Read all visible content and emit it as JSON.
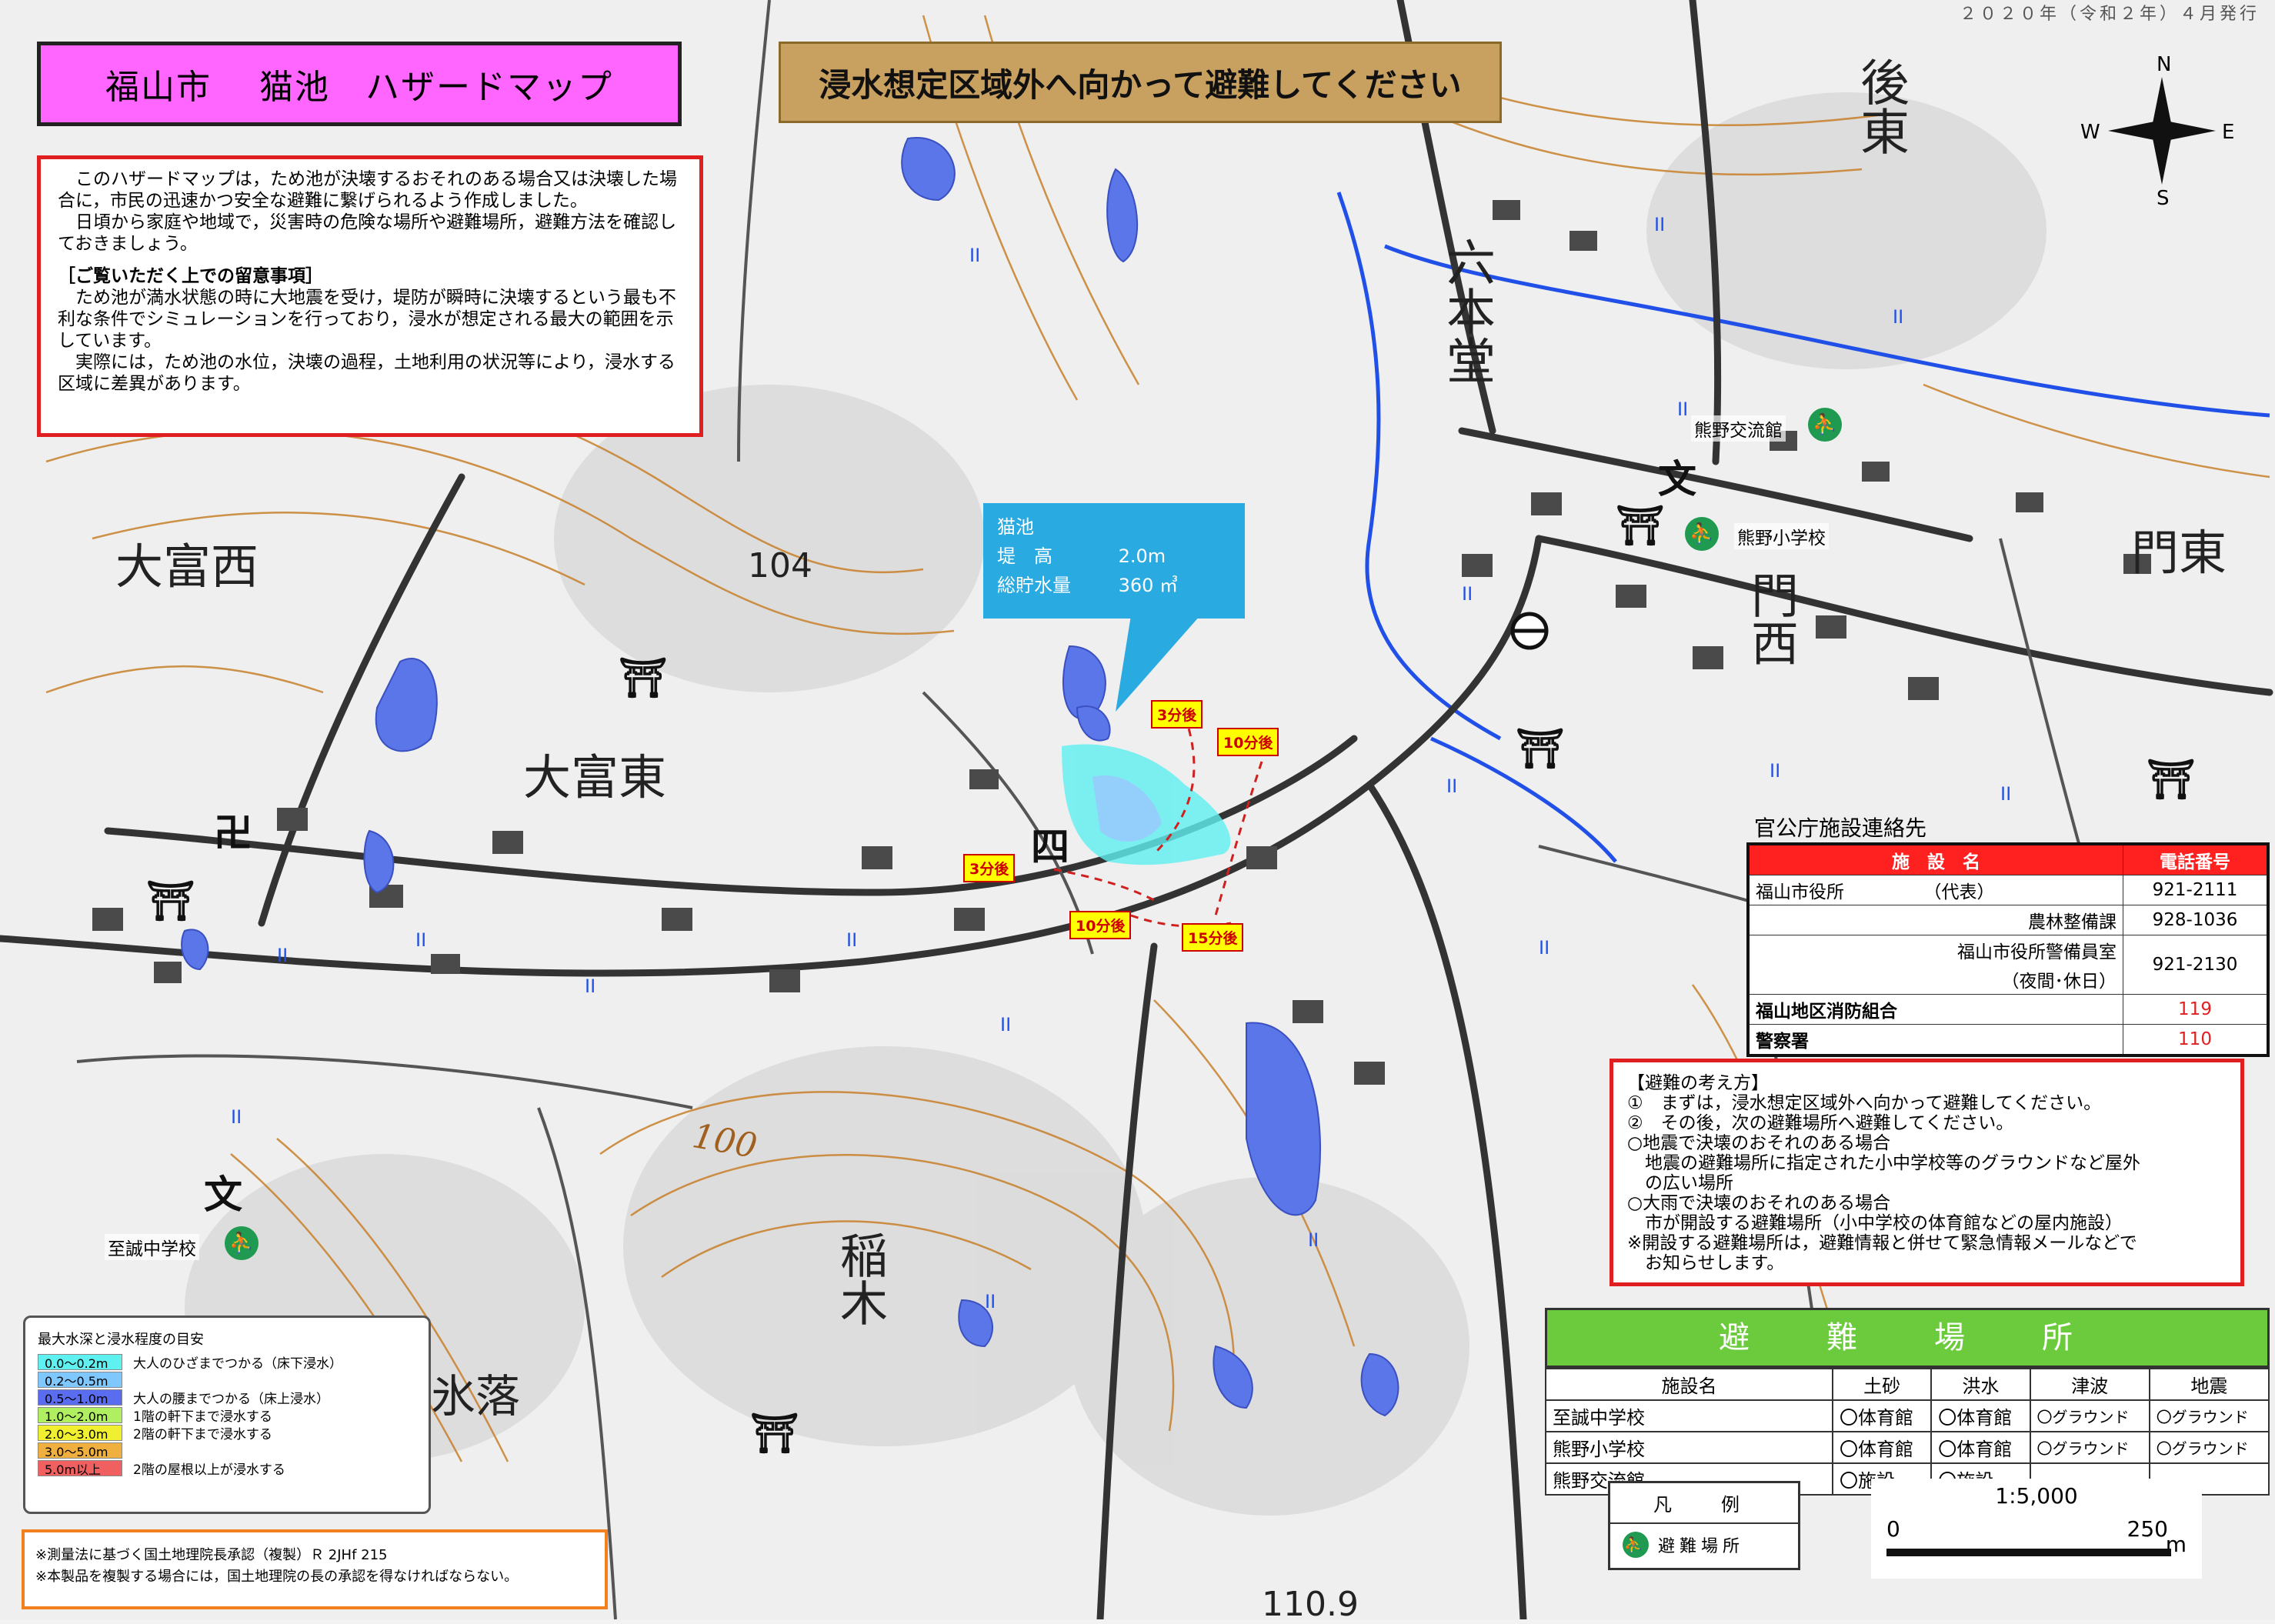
{
  "header": {
    "title": "福山市　 猫池　ハザードマップ",
    "banner": "浸水想定区域外へ向かって避難してください",
    "date_text": "２０２０年（令和２年）４月発行"
  },
  "compass": {
    "n": "N",
    "e": "E",
    "s": "S",
    "w": "W"
  },
  "intro": {
    "paragraph1": "このハザードマップは，ため池が決壊するおそれのある場合又は決壊した場合に，市民の迅速かつ安全な避難に繋げられるよう作成しました。",
    "paragraph2": "日頃から家庭や地域で，災害時の危険な場所や避難場所，避難方法を確認しておきましょう。",
    "notes_heading": "［ご覧いただく上での留意事項］",
    "note1": "ため池が満水状態の時に大地震を受け，堤防が瞬時に決壊するという最も不利な条件でシミュレーションを行っており，浸水が想定される最大の範囲を示しています。",
    "note2": "実際には，ため池の水位，決壊の過程，土地利用の状況等により，浸水する区域に差異があります。"
  },
  "place_names": {
    "ushiro_higashi": "後東",
    "roppondo": "六本堂",
    "oomi_nishi": "大富西",
    "oomi_higashi": "大富東",
    "mon_higashi": "門東",
    "mon_nishi": "門西",
    "inaki": "稲木",
    "ochi": "氷落",
    "elev_104": "104",
    "elev_100": "100",
    "elev_110": "110.9"
  },
  "pond": {
    "name": "猫池",
    "height_label": "堤　高",
    "height_value": "2.0m",
    "storage_label": "総貯水量",
    "storage_value": "360 ㎥"
  },
  "time_tags": [
    "3分後",
    "10分後",
    "3分後",
    "10分後",
    "15分後"
  ],
  "facilities": {
    "kumano_center": "熊野交流館",
    "kumano_elementary": "熊野小学校",
    "shisei_junior": "至誠中学校"
  },
  "contacts": {
    "title": "官公庁施設連絡先",
    "headers": [
      "施　設　名",
      "電話番号"
    ],
    "rows": [
      [
        "福山市役所　　　　　（代表）",
        "921-2111"
      ],
      [
        "農林整備課",
        "928-1036"
      ],
      [
        "福山市役所警備員室",
        ""
      ],
      [
        "（夜間･休日）",
        "921-2130"
      ],
      [
        "福山地区消防組合",
        "119"
      ],
      [
        "警察署",
        "110"
      ]
    ]
  },
  "evacuation_idea": {
    "heading": "【避難の考え方】",
    "lines": [
      "①　まずは，浸水想定区域外へ向かって避難してください。",
      "②　その後，次の避難場所へ避難してください。",
      "○地震で決壊のおそれのある場合",
      "　地震の避難場所に指定された小中学校等のグラウンドなど屋外",
      "　の広い場所",
      "○大雨で決壊のおそれのある場合",
      "　市が開設する避難場所（小中学校の体育館などの屋内施設）",
      "※開設する避難場所は，避難情報と併せて緊急情報メールなどで",
      "　お知らせします。"
    ]
  },
  "shelters": {
    "title": "避　難　場　所",
    "headers": [
      "施設名",
      "土砂",
      "洪水",
      "津波",
      "地震"
    ],
    "rows": [
      [
        "至誠中学校",
        "〇体育館",
        "〇体育館",
        "〇グラウンド",
        "〇グラウンド"
      ],
      [
        "熊野小学校",
        "〇体育館",
        "〇体育館",
        "〇グラウンド",
        "〇グラウンド"
      ],
      [
        "熊野交流館",
        "〇施設",
        "〇施設",
        "",
        ""
      ]
    ]
  },
  "legend": {
    "title": "凡　例",
    "item": "避難場所"
  },
  "scale": {
    "ratio": "1:5,000",
    "start": "0",
    "end": "250",
    "unit": "m"
  },
  "depth_legend": {
    "title": "最大水深と浸水程度の目安",
    "rows": [
      {
        "range": "0.0〜0.2m",
        "desc": "大人のひざまでつかる（床下浸水）",
        "color": "#5ff0f0"
      },
      {
        "range": "0.2〜0.5m",
        "desc": "",
        "color": "#7ec8ff"
      },
      {
        "range": "0.5〜1.0m",
        "desc": "大人の腰までつかる（床上浸水）",
        "color": "#5a6cf0"
      },
      {
        "range": "1.0〜2.0m",
        "desc": "1階の軒下まで浸水する",
        "color": "#b0f060"
      },
      {
        "range": "2.0〜3.0m",
        "desc": "2階の軒下まで浸水する",
        "color": "#f0f030"
      },
      {
        "range": "3.0〜5.0m",
        "desc": "",
        "color": "#f0b040"
      },
      {
        "range": "5.0m以上",
        "desc": "2階の屋根以上が浸水する",
        "color": "#f06060"
      }
    ]
  },
  "notice": {
    "line1": "※測量法に基づく国土地理院長承認（複製）Ｒ 2JHf 215",
    "line2": "※本製品を複製する場合には，国土地理院の長の承認を得なければならない。"
  }
}
